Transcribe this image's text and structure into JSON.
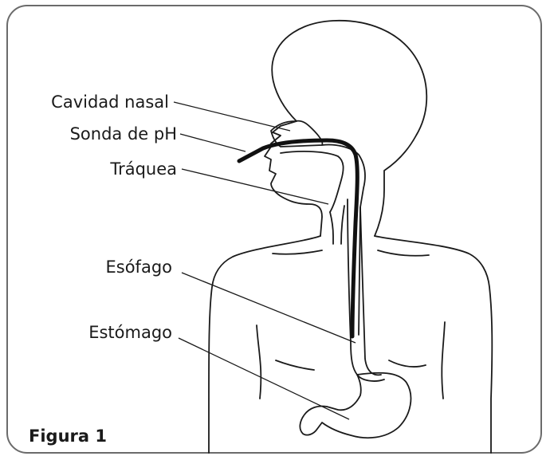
{
  "labels": {
    "nasal_cavity": "Cavidad nasal",
    "ph_probe": "Sonda de pH",
    "trachea": "Tráquea",
    "esophagus": "Esófago",
    "stomach": "Estómago"
  },
  "caption": "Figura 1"
}
